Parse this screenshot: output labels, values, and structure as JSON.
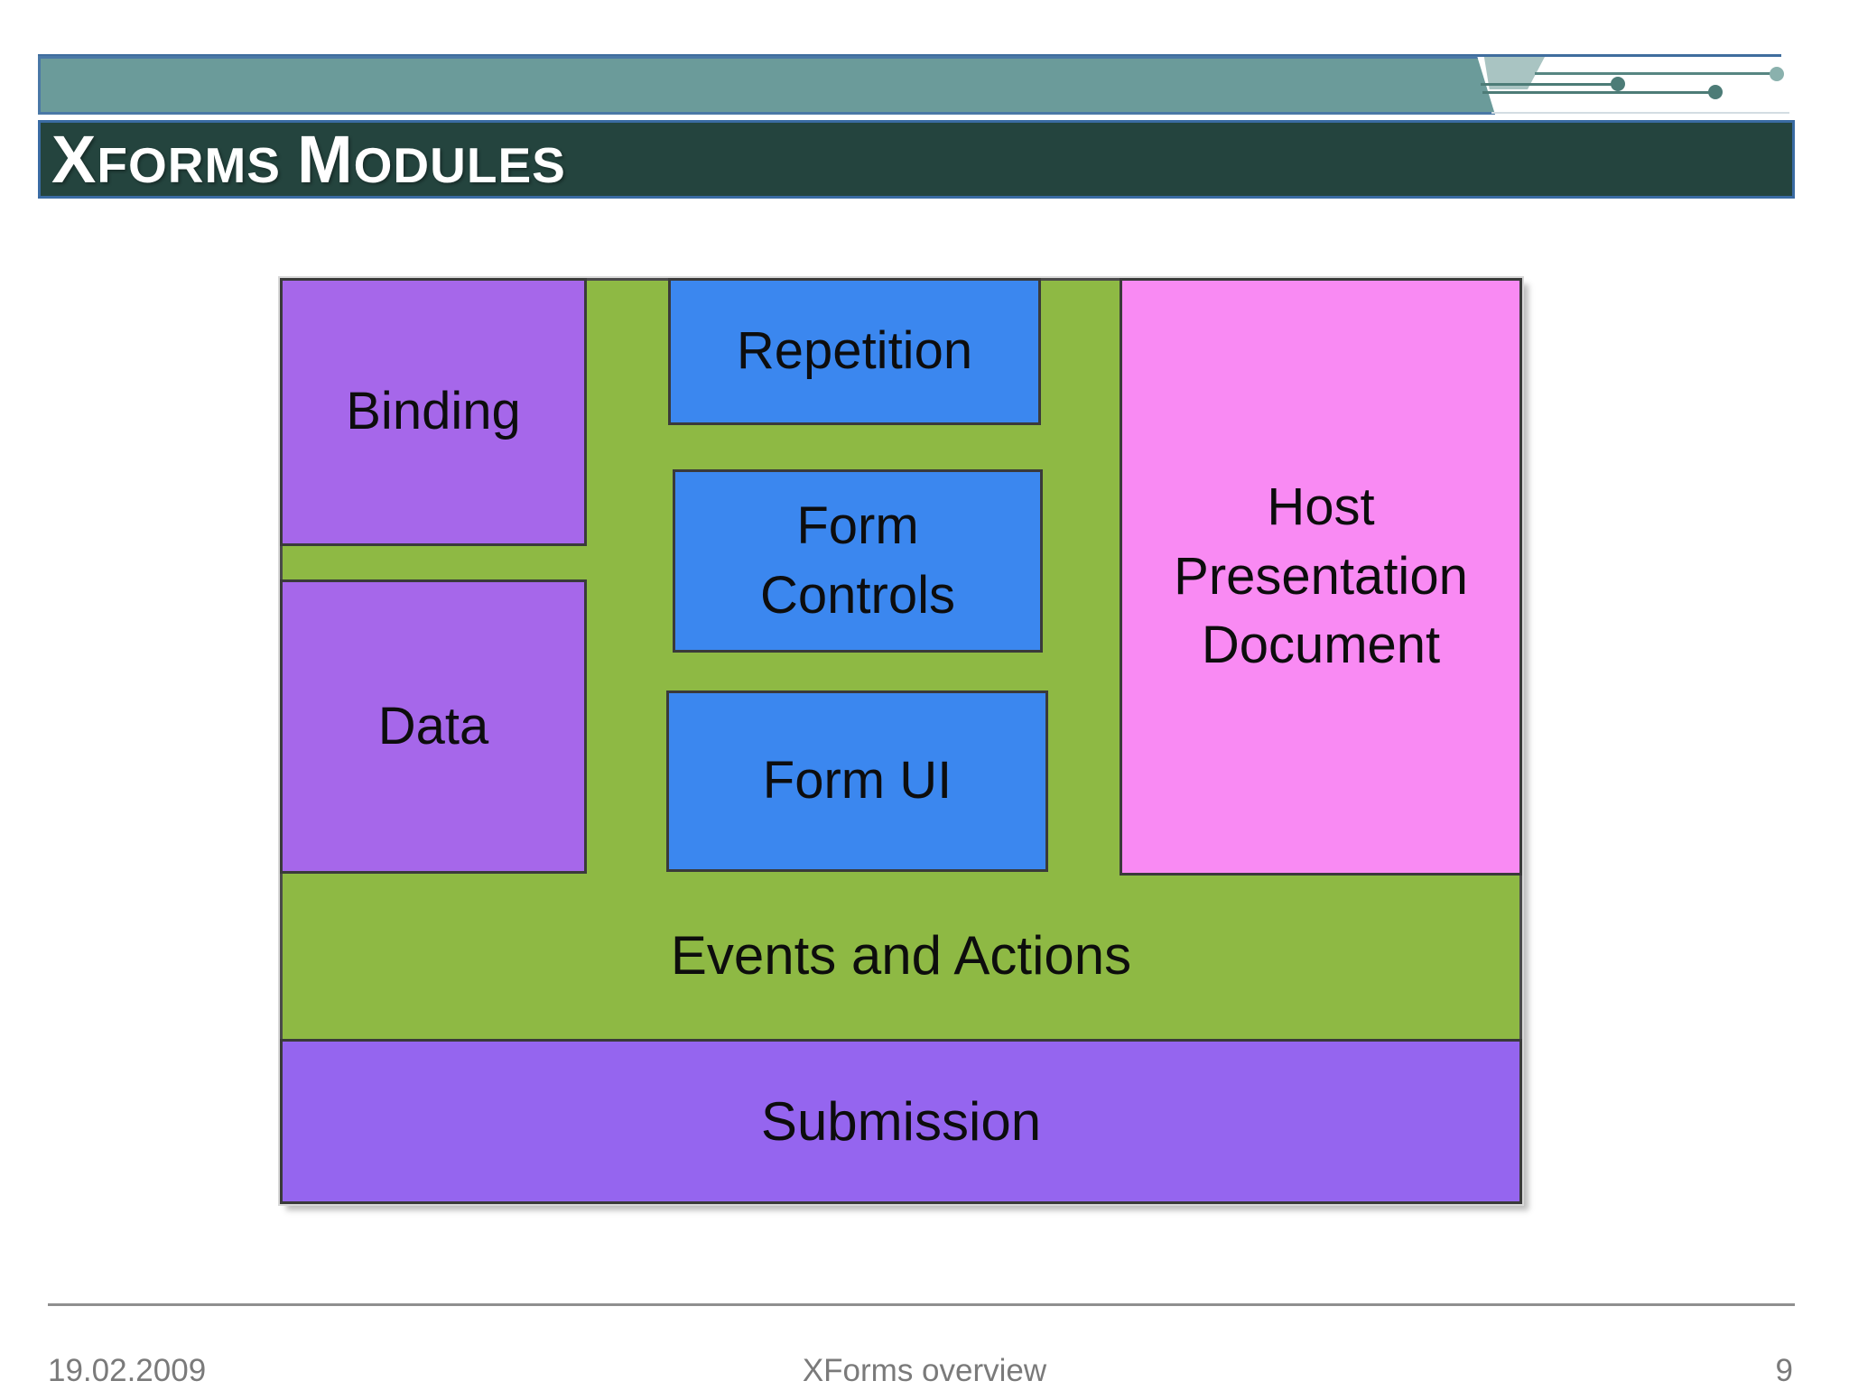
{
  "header": {
    "title": {
      "word1_lead": "X",
      "word1_rest": "FORMS",
      "word2_lead": "M",
      "word2_rest": "ODULES"
    }
  },
  "diagram": {
    "boxes": {
      "binding": {
        "label": "Binding"
      },
      "data": {
        "label": "Data"
      },
      "repetition": {
        "label": "Repetition"
      },
      "form_controls": {
        "label": "Form\nControls"
      },
      "form_ui": {
        "label": "Form UI"
      },
      "host": {
        "label": "Host\nPresentation\nDocument"
      },
      "events": {
        "label": "Events and Actions"
      },
      "submission": {
        "label": "Submission"
      }
    },
    "colors": {
      "background_green": "#8eb944",
      "module_purple": "#a667ea",
      "submission_purple": "#9565ef",
      "control_blue": "#3b87ef",
      "host_pink": "#f98af3",
      "box_border": "#3a3a3a"
    }
  },
  "footer": {
    "date": "19.02.2009",
    "center": "XForms overview",
    "page_number": "9"
  }
}
